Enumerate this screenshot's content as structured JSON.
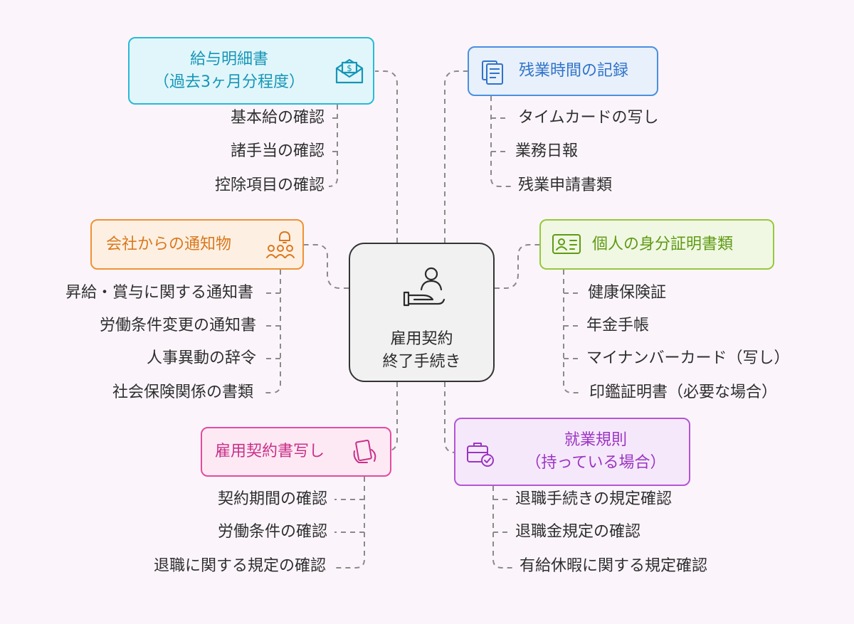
{
  "center": {
    "line1": "雇用契約",
    "line2": "終了手続き",
    "icon": "person-handshake-icon"
  },
  "branches": {
    "payslip": {
      "line1": "給与明細書",
      "line2": "（過去3ヶ月分程度）",
      "icon": "salary-envelope-icon",
      "items": [
        "基本給の確認",
        "諸手当の確認",
        "控除項目の確認"
      ]
    },
    "overtime": {
      "label": "残業時間の記録",
      "icon": "document-checklist-icon",
      "items": [
        "タイムカードの写し",
        "業務日報",
        "残業申請書類"
      ]
    },
    "notice": {
      "label": "会社からの通知物",
      "icon": "bell-group-icon",
      "items": [
        "昇給・賞与に関する通知書",
        "労働条件変更の通知書",
        "人事異動の辞令",
        "社会保険関係の書類"
      ]
    },
    "id": {
      "label": "個人の身分証明書類",
      "icon": "id-card-icon",
      "items": [
        "健康保険証",
        "年金手帳",
        "マイナンバーカード（写し）",
        "印鑑証明書（必要な場合）"
      ]
    },
    "copy": {
      "label": "雇用契約書写し",
      "icon": "hand-document-icon",
      "items": [
        "契約期間の確認",
        "労働条件の確認",
        "退職に関する規定の確認"
      ]
    },
    "rules": {
      "line1": "就業規則",
      "line2": "（持っている場合）",
      "icon": "briefcase-check-icon",
      "items": [
        "退職手続きの規定確認",
        "退職金規定の確認",
        "有給休暇に関する規定確認"
      ]
    }
  },
  "colors": {
    "background": "#fbf5fb",
    "connector": "#8a8a8a",
    "payslip": "#2bb8d8",
    "overtime": "#4a90e0",
    "notice": "#ee9235",
    "id": "#95c93c",
    "copy": "#e54aa0",
    "rules": "#b454d6"
  }
}
